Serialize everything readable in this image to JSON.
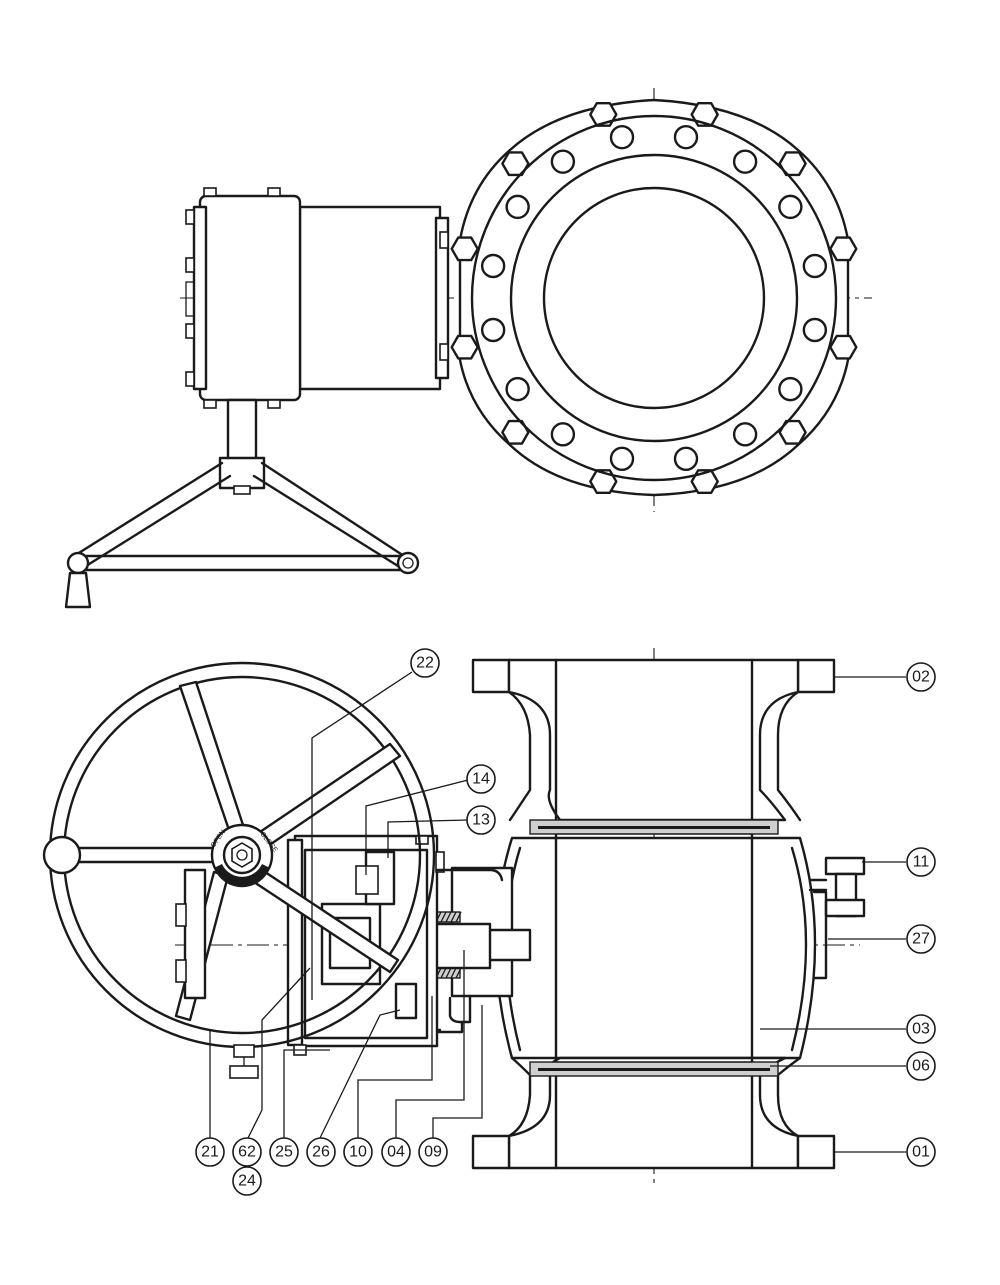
{
  "callouts": [
    {
      "id": "22",
      "label": "22"
    },
    {
      "id": "14",
      "label": "14"
    },
    {
      "id": "13",
      "label": "13"
    },
    {
      "id": "02",
      "label": "02"
    },
    {
      "id": "11",
      "label": "11"
    },
    {
      "id": "27",
      "label": "27"
    },
    {
      "id": "03",
      "label": "03"
    },
    {
      "id": "06",
      "label": "06"
    },
    {
      "id": "01",
      "label": "01"
    },
    {
      "id": "21",
      "label": "21"
    },
    {
      "id": "62",
      "label": "62"
    },
    {
      "id": "24",
      "label": "24"
    },
    {
      "id": "25",
      "label": "25"
    },
    {
      "id": "26",
      "label": "26"
    },
    {
      "id": "10",
      "label": "10"
    },
    {
      "id": "04",
      "label": "04"
    },
    {
      "id": "09",
      "label": "09"
    }
  ],
  "handwheel_markings": {
    "open": "OPEN",
    "close": "CLOSE"
  }
}
